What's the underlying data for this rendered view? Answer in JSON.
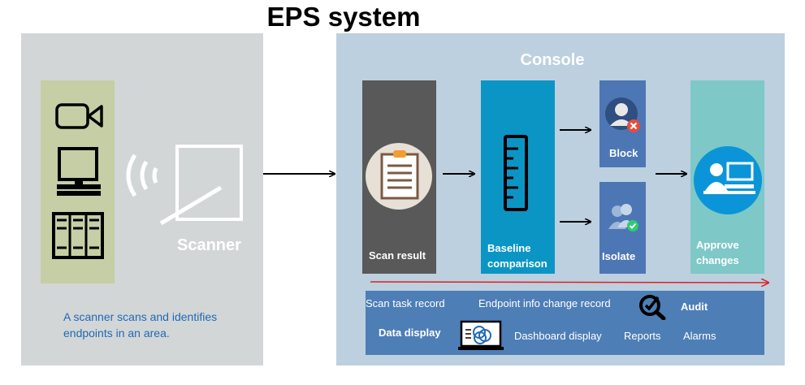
{
  "title": "EPS system",
  "scanner": {
    "label": "Scanner",
    "description": "A scanner scans and identifies endpoints in an area."
  },
  "console": {
    "title": "Console",
    "scan_result": "Scan result",
    "baseline": "Baseline comparison",
    "block": "Block",
    "isolate": "Isolate",
    "approve": "Approve changes"
  },
  "bottom": {
    "scan_task_record": "Scan task record",
    "endpoint_info": "Endpoint info change record",
    "audit": "Audit",
    "data_display": "Data display",
    "dashboard": "Dashboard display",
    "reports": "Reports",
    "alarms": "Alarms"
  },
  "colors": {
    "scanner_panel": "#d3d6d7",
    "device_box": "#c5cea5",
    "console_panel": "#bcd0e0",
    "scan_result": "#595959",
    "baseline": "#0b95c4",
    "block_isolate": "#4d77b4",
    "approve": "#7ec8c7",
    "bottom_bar": "#4e7eb6",
    "timeline_arrow": "#e02020"
  }
}
